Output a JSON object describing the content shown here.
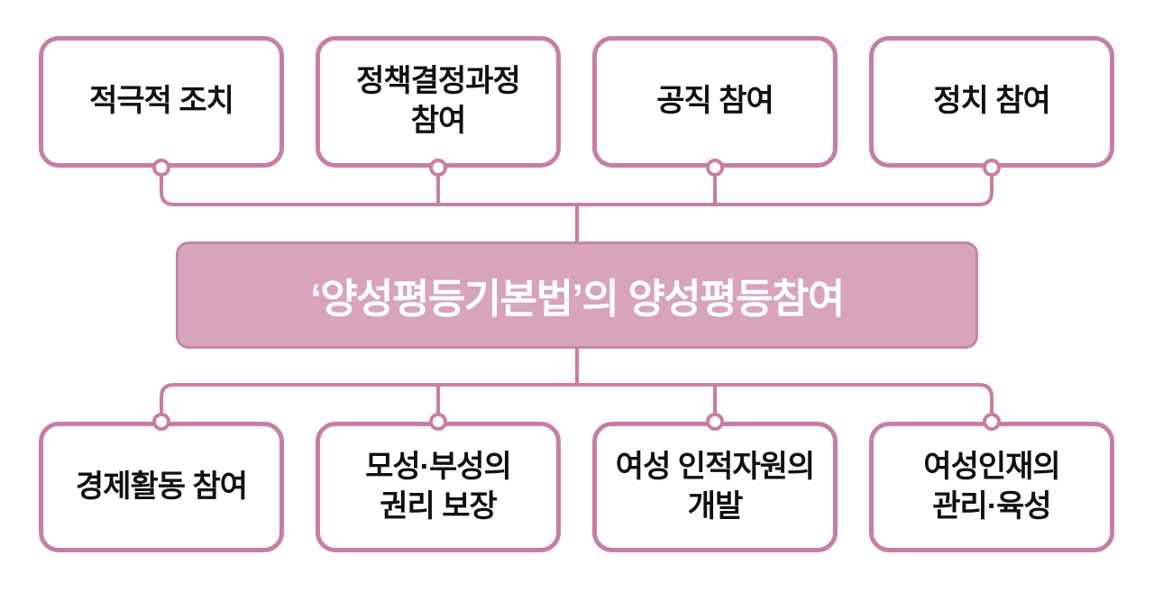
{
  "diagram": {
    "title": "‘양성평등기본법’의 양성평등참여",
    "top_nodes": [
      {
        "label": "적극적 조치"
      },
      {
        "label": "정책결정과정\n참여"
      },
      {
        "label": "공직 참여"
      },
      {
        "label": "정치 참여"
      }
    ],
    "bottom_nodes": [
      {
        "label": "경제활동 참여"
      },
      {
        "label": "모성·부성의\n권리 보장"
      },
      {
        "label": "여성 인적자원의\n개발"
      },
      {
        "label": "여성인재의\n관리·육성"
      }
    ],
    "colors": {
      "line": "#c87ea4",
      "node_border": "#c87ea4",
      "center_fill": "#d7a4bc",
      "center_border": "#c287a8",
      "text": "#111111",
      "center_text": "#ffffff",
      "background": "#ffffff"
    }
  }
}
